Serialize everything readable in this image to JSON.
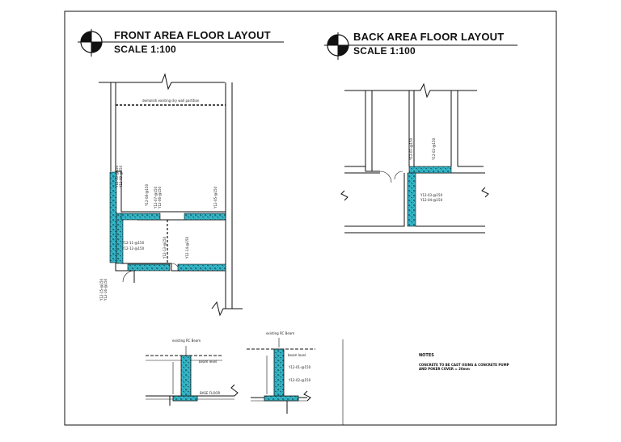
{
  "front": {
    "title": "FRONT AREA FLOOR LAYOUT",
    "scale": "SCALE 1:100",
    "partition_note": "demolish existing dry wall partition",
    "labels": [
      "Y12-10-@150",
      "Y12-09-@150",
      "Y12-08-@150",
      "Y12-07-@150",
      "Y12-06-@150",
      "Y12-05-@150",
      "Y12-11-@150",
      "Y12-12-@150",
      "Y12-13-@150",
      "Y12-14-@150",
      "Y12-15-@150",
      "Y12-16-@150"
    ]
  },
  "back": {
    "title": "BACK AREA FLOOR LAYOUT",
    "scale": "SCALE 1:100",
    "labels": [
      "Y12-01-@150",
      "Y12-02-@150",
      "Y12-03-@150",
      "Y12-04-@150"
    ]
  },
  "section1": {
    "top_label": "existing RC Beam",
    "beam_level": "beam level",
    "floor_label": "BASE FLOOR"
  },
  "section2": {
    "top_label": "existing RC Beam",
    "beam_level": "beam level",
    "bar1": "Y12-01-@150",
    "bar2": "Y12-02-@150"
  },
  "notes": {
    "heading": "NOTES",
    "text": "CONCRETE TO BE CAST USING A CONCRETE PUMP AND POKER COVER = 20mm"
  },
  "colors": {
    "fill": "#35b8c9",
    "line": "#111111"
  }
}
